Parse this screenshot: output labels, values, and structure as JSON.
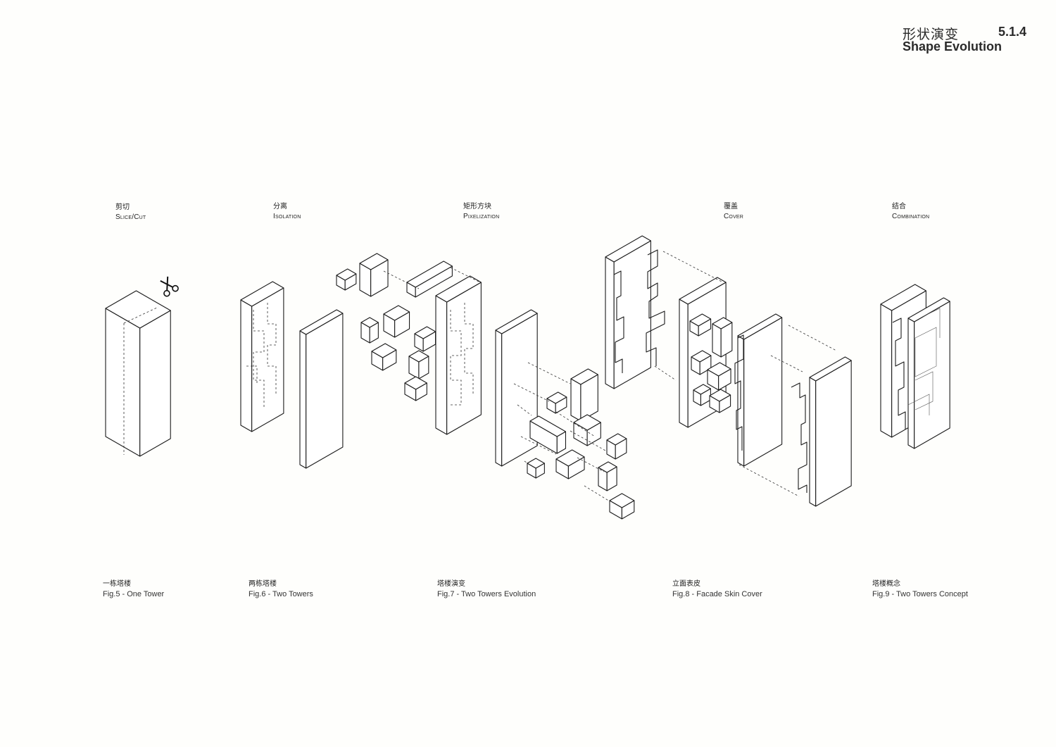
{
  "header": {
    "title_cn": "形状演变",
    "section_number": "5.1.4",
    "title_en": "Shape Evolution"
  },
  "steps": [
    {
      "cn": "剪切",
      "en": "Slice/Cut"
    },
    {
      "cn": "分离",
      "en": "Isolation"
    },
    {
      "cn": "矩形方块",
      "en": "Pixelization"
    },
    {
      "cn": "覆盖",
      "en": "Cover"
    },
    {
      "cn": "结合",
      "en": "Combination"
    }
  ],
  "captions": [
    {
      "cn": "一栋塔楼",
      "en": "Fig.5 - One Tower"
    },
    {
      "cn": "两栋塔楼",
      "en": "Fig.6 - Two Towers"
    },
    {
      "cn": "塔楼演变",
      "en": "Fig.7 - Two Towers Evolution"
    },
    {
      "cn": "立面表皮",
      "en": "Fig.8 - Facade Skin Cover"
    },
    {
      "cn": "塔楼概念",
      "en": "Fig.9 - Two Towers Concept"
    }
  ],
  "icons": {
    "cut_tool": "scissors-icon"
  }
}
